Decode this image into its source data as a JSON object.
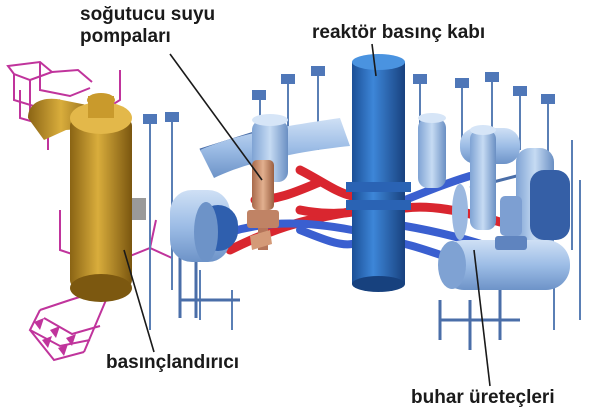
{
  "labels": {
    "coolant_pumps_line1": "soğutucu suyu",
    "coolant_pumps_line2": "pompaları",
    "reactor_vessel": "reaktör basınç kabı",
    "pressurizer": "basınçlandırıcı",
    "steam_generators": "buhar üreteçleri"
  },
  "colors": {
    "pressurizer_body": "#c79a2b",
    "pressurizer_piping": "#c0349c",
    "reactor_vessel": "#2f74c8",
    "steam_generator": "#9fc1e8",
    "hot_leg": "#d9262f",
    "cold_leg": "#3a5fd0",
    "pump": "#d49a78"
  }
}
